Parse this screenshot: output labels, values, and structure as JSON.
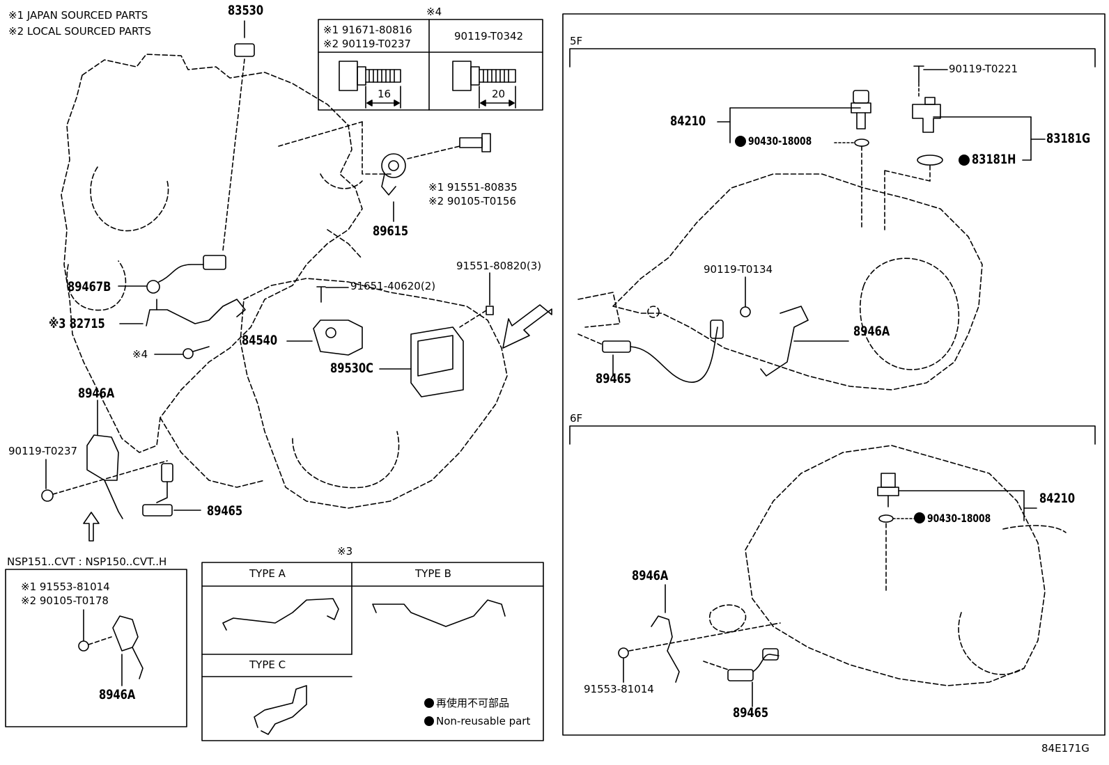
{
  "notes": {
    "japan": "※1 JAPAN SOURCED PARTS",
    "local": "※2 LOCAL SOURCED PARTS"
  },
  "bolt_table": {
    "ref": "※4",
    "col1_line1": "※1 91671-80816",
    "col1_line2": "※2 90119-T0237",
    "col2": "90119-T0342",
    "dim1": "16",
    "dim2": "20"
  },
  "left_labels": {
    "p83530": "83530",
    "p89615": "89615",
    "p91551_1": "※1 91551-80835",
    "p90105_2": "※2 90105-T0156",
    "p91551_80820": "91551-80820(3)",
    "p91651": "91651-40620(2)",
    "p89467b": "89467B",
    "p82715": "※3 82715",
    "ref4": "※4",
    "p84540": "84540",
    "p89530c": "89530C",
    "p8946a": "8946A",
    "p90119_t0237": "90119-T0237",
    "p89465": "89465"
  },
  "nsp_box": {
    "title": "NSP151..CVT : NSP150..CVT..H",
    "line1": "※1 91553-81014",
    "line2": "※2 90105-T0178",
    "part": "8946A"
  },
  "types_box": {
    "ref": "※3",
    "type_a": "TYPE A",
    "type_b": "TYPE B",
    "type_c": "TYPE C"
  },
  "legend": {
    "jp": "再使用不可部品",
    "en": "Non-reusable part"
  },
  "box_5f": {
    "label": "5F",
    "p90119_t0221": "90119-T0221",
    "p84210": "84210",
    "p90430": "90430-18008",
    "p83181g": "83181G",
    "p83181h": "83181H",
    "p90119_t0134": "90119-T0134",
    "p8946a": "8946A",
    "p89465": "89465"
  },
  "box_6f": {
    "label": "6F",
    "p84210": "84210",
    "p90430": "90430-18008",
    "p8946a": "8946A",
    "p91553": "91553-81014",
    "p89465": "89465"
  },
  "footer_code": "84E171G"
}
